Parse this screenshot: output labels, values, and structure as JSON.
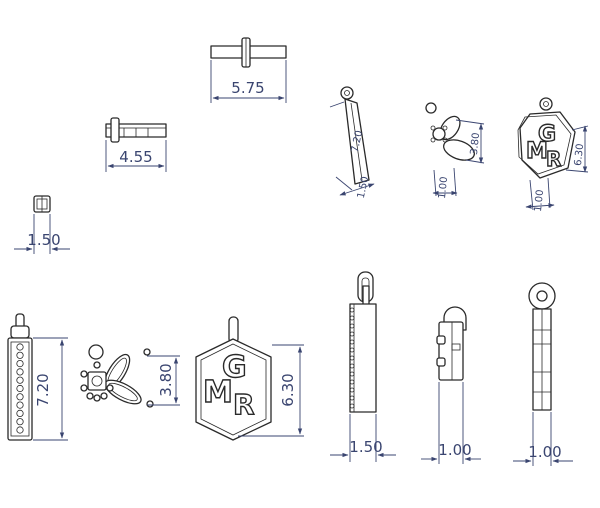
{
  "dimensions": {
    "bar_top_width": "5.75",
    "bar_side_width": "4.55",
    "square_width": "1.50",
    "iso_bar_length": "7.20",
    "iso_bar_width": "1.50",
    "iso_butterfly_height": "3.80",
    "iso_butterfly_depth": "1.00",
    "iso_hex_height": "6.30",
    "iso_hex_depth": "1.00",
    "bar_front_height": "7.20",
    "butterfly_front_height": "3.80",
    "hex_front_height": "6.30",
    "side_bar_width": "1.50",
    "side_butterfly_width": "1.00",
    "side_hex_width": "1.00"
  },
  "pendant_letters": [
    "M",
    "G",
    "R"
  ],
  "colors": {
    "line": "#2a2a2a",
    "dimension": "#3a4570"
  }
}
